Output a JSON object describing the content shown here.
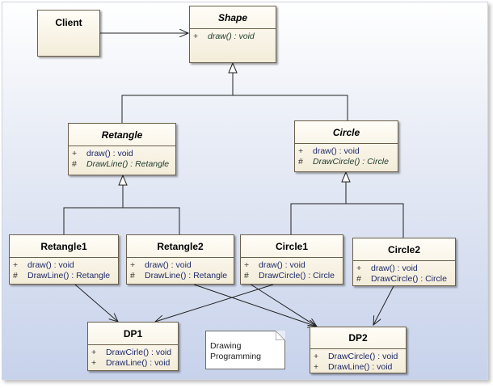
{
  "classes": {
    "client": {
      "name": "Client"
    },
    "shape": {
      "name": "Shape",
      "ops": [
        {
          "vis": "+",
          "sig": "draw() : void"
        }
      ]
    },
    "retangle": {
      "name": "Retangle",
      "ops": [
        {
          "vis": "+",
          "sig": "draw() : void"
        },
        {
          "vis": "#",
          "sig": "DrawLine() : Retangle"
        }
      ]
    },
    "circle": {
      "name": "Circle",
      "ops": [
        {
          "vis": "+",
          "sig": "draw() : void"
        },
        {
          "vis": "#",
          "sig": "DrawCircle() : Circle"
        }
      ]
    },
    "retangle1": {
      "name": "Retangle1",
      "ops": [
        {
          "vis": "+",
          "sig": "draw() : void"
        },
        {
          "vis": "#",
          "sig": "DrawLine() : Retangle"
        }
      ]
    },
    "retangle2": {
      "name": "Retangle2",
      "ops": [
        {
          "vis": "+",
          "sig": "draw() : void"
        },
        {
          "vis": "#",
          "sig": "DrawLine() : Retangle"
        }
      ]
    },
    "circle1": {
      "name": "Circle1",
      "ops": [
        {
          "vis": "+",
          "sig": "draw() : void"
        },
        {
          "vis": "#",
          "sig": "DrawCircle() : Circle"
        }
      ]
    },
    "circle2": {
      "name": "Circle2",
      "ops": [
        {
          "vis": "+",
          "sig": "draw() : void"
        },
        {
          "vis": "#",
          "sig": "DrawCircle() : Circle"
        }
      ]
    },
    "dp1": {
      "name": "DP1",
      "ops": [
        {
          "vis": "+",
          "sig": "DrawCirle() : void"
        },
        {
          "vis": "+",
          "sig": "DrawLine() : void"
        }
      ]
    },
    "dp2": {
      "name": "DP2",
      "ops": [
        {
          "vis": "+",
          "sig": "DrawCircle() : void"
        },
        {
          "vis": "+",
          "sig": "DrawLine() : void"
        }
      ]
    }
  },
  "note": {
    "line1": "Drawing",
    "line2": "Programming"
  },
  "colors": {
    "border": "#6b5f4a",
    "line": "#222222",
    "method_text": "#1e2a6a"
  }
}
